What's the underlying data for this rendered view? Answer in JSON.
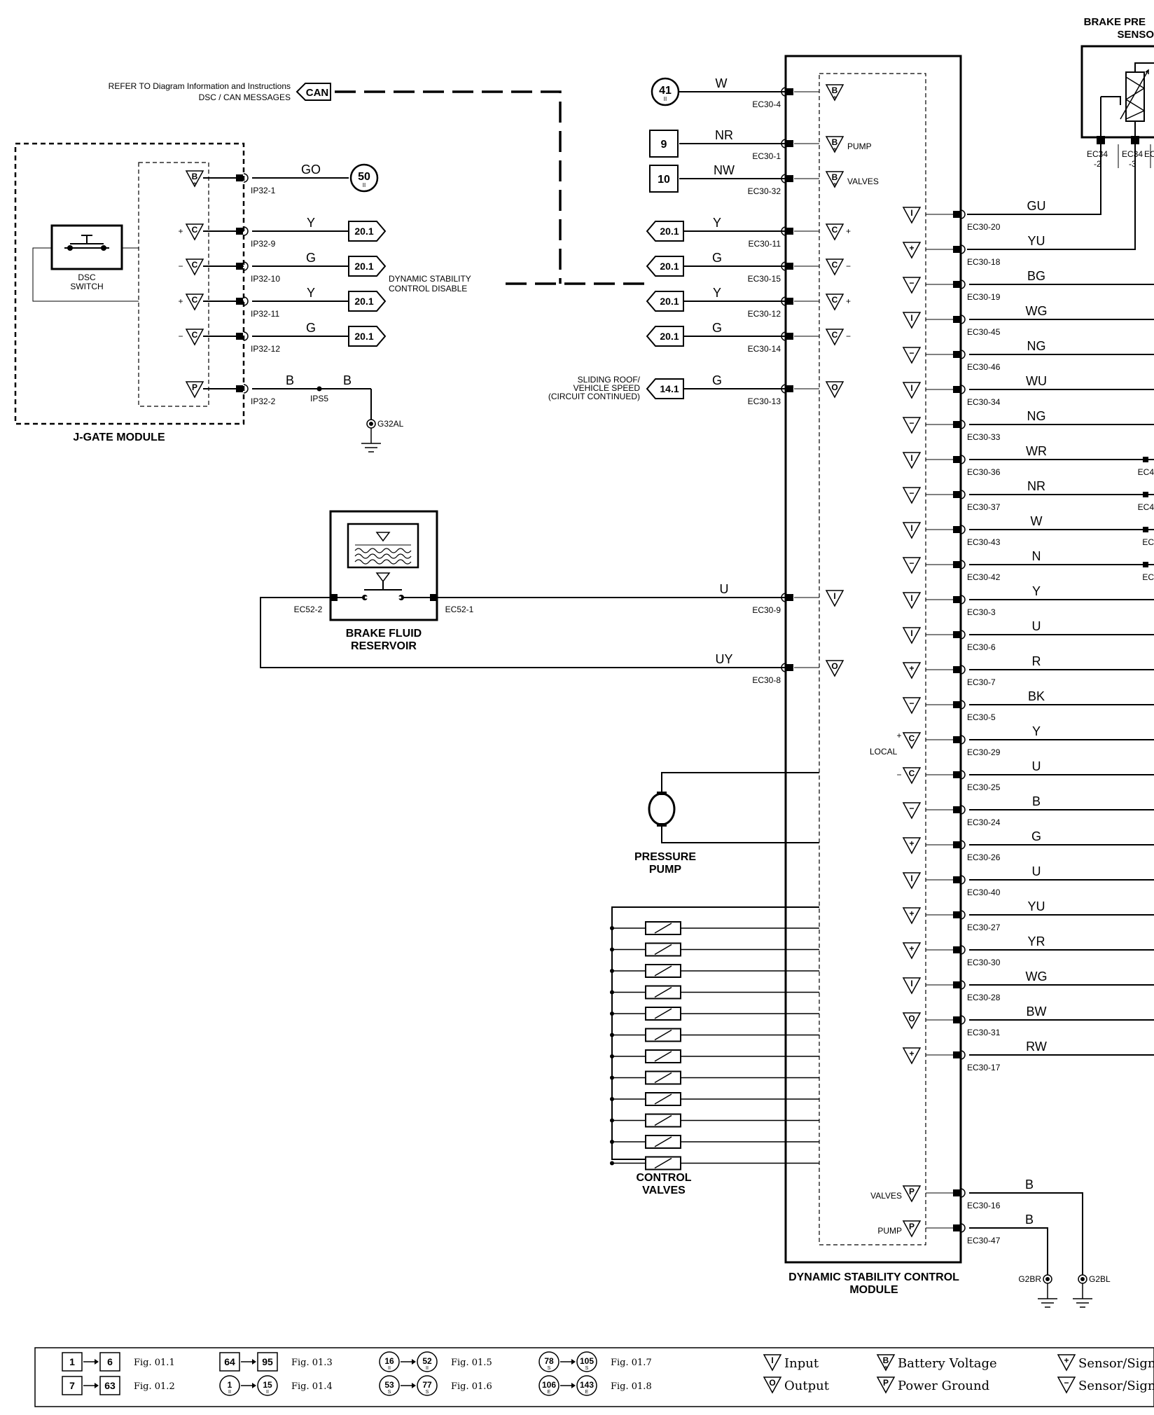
{
  "brake_pressure_sensor": {
    "title": "BRAKE PRE SENSO",
    "title_line1": "BRAKE PRE",
    "title_line2": "SENSO"
  },
  "can_ref": {
    "line1": "REFER TO Diagram Information and Instructions",
    "line2": "DSC / CAN MESSAGES",
    "badge": "CAN"
  },
  "jgate": {
    "title": "J-GATE MODULE",
    "switch_label_1": "DSC",
    "switch_label_2": "SWITCH",
    "wires": [
      {
        "pin": "IP32-1",
        "color": "GO",
        "ref": "50",
        "ref_sub": "II"
      },
      {
        "pin": "IP32-9",
        "color": "Y",
        "ref": "20.1"
      },
      {
        "pin": "IP32-10",
        "color": "G",
        "ref": "20.1"
      },
      {
        "pin": "IP32-11",
        "color": "Y",
        "ref": "20.1"
      },
      {
        "pin": "IP32-12",
        "color": "G",
        "ref": "20.1"
      },
      {
        "pin": "IP32-2",
        "color": "B",
        "splice": "IPS5",
        "color2": "B",
        "ground": "G32AL"
      }
    ],
    "disable_label_1": "DYNAMIC STABILITY",
    "disable_label_2": "CONTROL DISABLE"
  },
  "dsc": {
    "title_1": "DYNAMIC STABILITY CONTROL",
    "title_2": "MODULE",
    "left_pins": [
      {
        "pin": "EC30-4",
        "color": "W",
        "ref": "41",
        "ref_sub": "II",
        "sym": "B",
        "note": ""
      },
      {
        "pin": "EC30-1",
        "color": "NR",
        "ref": "9",
        "sym": "B",
        "note": "PUMP"
      },
      {
        "pin": "EC30-32",
        "color": "NW",
        "ref": "10",
        "sym": "B",
        "note": "VALVES"
      },
      {
        "pin": "EC30-11",
        "color": "Y",
        "ref": "20.1",
        "sym": "C",
        "note": "+"
      },
      {
        "pin": "EC30-15",
        "color": "G",
        "ref": "20.1",
        "sym": "C",
        "note": "−"
      },
      {
        "pin": "EC30-12",
        "color": "Y",
        "ref": "20.1",
        "sym": "C",
        "note": "+"
      },
      {
        "pin": "EC30-14",
        "color": "G",
        "ref": "20.1",
        "sym": "C",
        "note": "−"
      },
      {
        "pin": "EC30-13",
        "color": "G",
        "ref": "14.1",
        "sym": "O",
        "note": ""
      },
      {
        "pin": "EC30-9",
        "color": "U",
        "sym": "I"
      },
      {
        "pin": "EC30-8",
        "color": "UY",
        "sym": "O"
      }
    ],
    "sliding_roof_1": "SLIDING ROOF/",
    "sliding_roof_2": "VEHICLE SPEED",
    "sliding_roof_3": "(CIRCUIT CONTINUED)",
    "right_pins": [
      {
        "pin": "EC30-20",
        "color": "GU",
        "sym": "I"
      },
      {
        "pin": "EC30-18",
        "color": "YU",
        "sym": "+"
      },
      {
        "pin": "EC30-19",
        "color": "BG",
        "sym": "-"
      },
      {
        "pin": "EC30-45",
        "color": "WG",
        "sym": "I"
      },
      {
        "pin": "EC30-46",
        "color": "NG",
        "sym": "-"
      },
      {
        "pin": "EC30-34",
        "color": "WU",
        "sym": "I"
      },
      {
        "pin": "EC30-33",
        "color": "NG",
        "sym": "-"
      },
      {
        "pin": "EC30-36",
        "color": "WR",
        "sym": "I",
        "edge": "EC4"
      },
      {
        "pin": "EC30-37",
        "color": "NR",
        "sym": "-",
        "edge": "EC4"
      },
      {
        "pin": "EC30-43",
        "color": "W",
        "sym": "I",
        "edge": "EC"
      },
      {
        "pin": "EC30-42",
        "color": "N",
        "sym": "-",
        "edge": "EC"
      },
      {
        "pin": "EC30-3",
        "color": "Y",
        "sym": "I"
      },
      {
        "pin": "EC30-6",
        "color": "U",
        "sym": "I"
      },
      {
        "pin": "EC30-7",
        "color": "R",
        "sym": "+"
      },
      {
        "pin": "EC30-5",
        "color": "BK",
        "sym": "-"
      },
      {
        "pin": "EC30-29",
        "color": "Y",
        "sym": "C+"
      },
      {
        "pin": "EC30-25",
        "color": "U",
        "sym": "C-"
      },
      {
        "pin": "EC30-24",
        "color": "B",
        "sym": "-"
      },
      {
        "pin": "EC30-26",
        "color": "G",
        "sym": "+"
      },
      {
        "pin": "EC30-40",
        "color": "U",
        "sym": "I"
      },
      {
        "pin": "EC30-27",
        "color": "YU",
        "sym": "+"
      },
      {
        "pin": "EC30-30",
        "color": "YR",
        "sym": "+"
      },
      {
        "pin": "EC30-28",
        "color": "WG",
        "sym": "I"
      },
      {
        "pin": "EC30-31",
        "color": "BW",
        "sym": "O"
      },
      {
        "pin": "EC30-17",
        "color": "RW",
        "sym": "+"
      }
    ],
    "local_label": "LOCAL",
    "ground_pins": [
      {
        "pin": "EC30-16",
        "color": "B",
        "note": "VALVES",
        "ground": "G2BL"
      },
      {
        "pin": "EC30-47",
        "color": "B",
        "note": "PUMP",
        "ground": "G2BR"
      }
    ]
  },
  "sensor_pins": [
    "EC34 -2",
    "EC34 -3",
    "EC"
  ],
  "sensor_pin_a_1": "EC34",
  "sensor_pin_a_2": "-2",
  "sensor_pin_b_1": "EC34",
  "sensor_pin_b_2": "-3",
  "sensor_pin_c": "EC",
  "reservoir": {
    "title_1": "BRAKE FLUID",
    "title_2": "RESERVOIR",
    "pin_left": "EC52-2",
    "pin_right": "EC52-1"
  },
  "pump": {
    "title_1": "PRESSURE",
    "title_2": "PUMP"
  },
  "valves": {
    "title_1": "CONTROL",
    "title_2": "VALVES",
    "count": 12
  },
  "legend": {
    "figs": [
      {
        "from": "1",
        "to": "6",
        "fig": "Fig. 01.1"
      },
      {
        "from": "7",
        "to": "63",
        "fig": "Fig. 01.2"
      },
      {
        "from": "64",
        "to": "95",
        "fig": "Fig. 01.3"
      },
      {
        "from": "1",
        "to": "15",
        "fig": "Fig. 01.4",
        "sub": "II"
      },
      {
        "from": "16",
        "to": "52",
        "fig": "Fig. 01.5",
        "sub": "II"
      },
      {
        "from": "53",
        "to": "77",
        "fig": "Fig. 01.6",
        "sub": "S"
      },
      {
        "from": "78",
        "to": "105",
        "fig": "Fig. 01.7",
        "sub": "S"
      },
      {
        "from": "106",
        "to": "143",
        "fig": "Fig. 01.8",
        "sub": "E"
      }
    ],
    "symbols": [
      {
        "sym": "I",
        "label": "Input"
      },
      {
        "sym": "O",
        "label": "Output"
      },
      {
        "sym": "B",
        "label": "Battery Voltage"
      },
      {
        "sym": "P",
        "label": "Power Ground"
      },
      {
        "sym": "+",
        "label": "Sensor/Sign"
      },
      {
        "sym": "-",
        "label": "Sensor/Sign"
      }
    ]
  }
}
